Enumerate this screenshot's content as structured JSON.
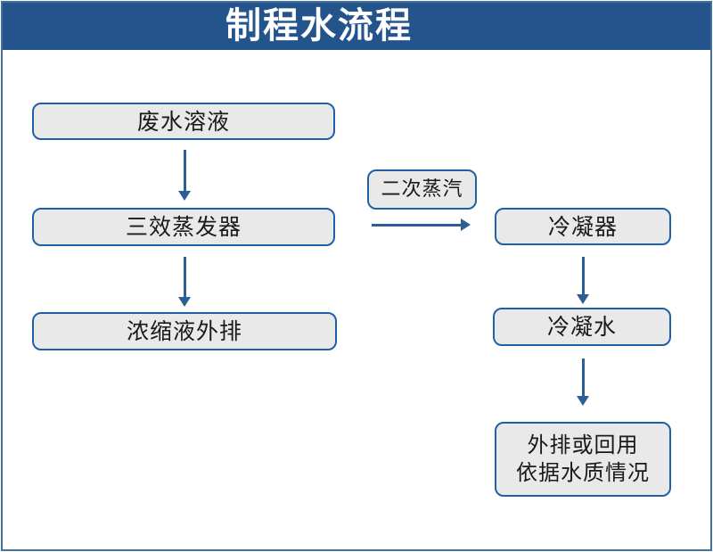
{
  "page": {
    "title": "制程水流程"
  },
  "colors": {
    "header_bg": "#24548C",
    "page_border": "#41719C",
    "box_fill": "#E9E9E9",
    "box_border": "#2060A6",
    "arrow": "#2D5E96",
    "title_text": "#FFFFFF",
    "node_text": "#1A1A1A"
  },
  "flowchart": {
    "nodes": [
      {
        "id": "wastewater",
        "label": "废水溶液"
      },
      {
        "id": "evaporator",
        "label": "三效蒸发器"
      },
      {
        "id": "concentrate-discharge",
        "label": "浓缩液外排"
      },
      {
        "id": "secondary-steam",
        "label": "二次蒸汽"
      },
      {
        "id": "condenser",
        "label": "冷凝器"
      },
      {
        "id": "condensate",
        "label": "冷凝水"
      },
      {
        "id": "final-discharge",
        "label": "外排或回用\n依据水质情况"
      }
    ],
    "edges": [
      {
        "from": "wastewater",
        "to": "evaporator"
      },
      {
        "from": "evaporator",
        "to": "concentrate-discharge"
      },
      {
        "from": "evaporator",
        "to": "condenser",
        "label": "二次蒸汽"
      },
      {
        "from": "condenser",
        "to": "condensate"
      },
      {
        "from": "condensate",
        "to": "final-discharge"
      }
    ]
  }
}
